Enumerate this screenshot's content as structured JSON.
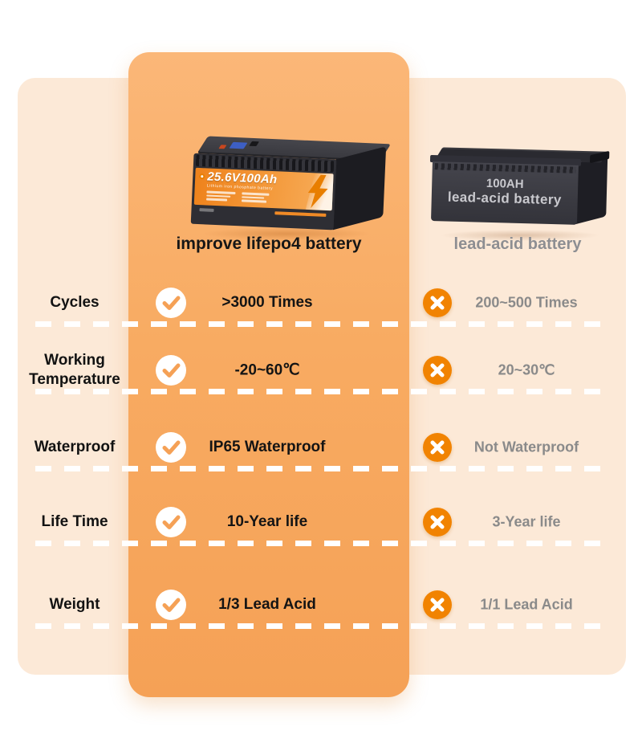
{
  "header": {
    "lifepo4_title": "improve lifepo4 battery",
    "leadacid_title": "lead-acid battery"
  },
  "lifepo4_battery_box": {
    "capacity": "25.6V100Ah",
    "subtitle": "Lithium iron phosphate battery"
  },
  "leadacid_battery_box": {
    "line1": "100AH",
    "line2": "lead-acid battery"
  },
  "rows": [
    {
      "label": "Cycles",
      "lifepo4": ">3000 Times",
      "leadacid": "200~500 Times"
    },
    {
      "label": "Working Temperature",
      "lifepo4": "-20~60℃",
      "leadacid": "20~30℃"
    },
    {
      "label": "Waterproof",
      "lifepo4": "IP65 Waterproof",
      "leadacid": "Not Waterproof"
    },
    {
      "label": "Life Time",
      "lifepo4": "10-Year life",
      "leadacid": "3-Year life"
    },
    {
      "label": "Weight",
      "lifepo4": "1/3  Lead Acid",
      "leadacid": "1/1 Lead Acid"
    }
  ],
  "icons": {
    "good": "check-icon",
    "bad": "cross-icon"
  },
  "colors": {
    "highlight_column": "#F8AB62",
    "panel_background": "#FCE9D7",
    "cross_circle": "#F18301",
    "check_stroke": "#F5A156",
    "good_text": "#141414",
    "bad_text": "#8A8A8A",
    "battery_label_orange": "#EE821B"
  }
}
